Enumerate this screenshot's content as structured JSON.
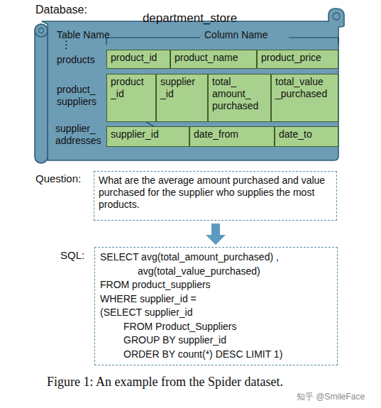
{
  "diagram": {
    "caption": "Figure 1: An example from the Spider dataset.",
    "nodes": [
      {
        "text": [
          "department_store"
        ]
      },
      {
        "text": [
          "product_id"
        ],
        "in": 0
      },
      {
        "text": [
          "product_name"
        ],
        "in": 0
      },
      {
        "text": [
          "product_price"
        ],
        "in": 0
      },
      {
        "text": [
          "product _id"
        ],
        "in": 0
      },
      {
        "text": [
          "supplier _id"
        ],
        "in": 0
      },
      {
        "text": [
          "total_ amount_ purchased"
        ],
        "in": 0
      },
      {
        "text": [
          "total_value _purchased"
        ],
        "in": 0
      },
      {
        "text": [
          "supplier_id"
        ],
        "in": 0
      },
      {
        "text": [
          "date_from"
        ],
        "in": 0
      },
      {
        "text": [
          "date_to"
        ],
        "in": 0
      },
      {
        "text": [
          "Question:",
          "What are the average amount purchased and value purchased for the supplier who supplies the most products."
        ]
      },
      {
        "text": [
          "SQL:",
          "SELECT avg(total_amount_purchased) ,",
          "avg(total_value_purchased)",
          "FROM product_suppliers",
          "WHERE supplier_id =",
          "(SELECT supplier_id",
          "FROM Product_Suppliers",
          "GROUP BY supplier_id",
          "ORDER BY count(*) DESC LIMIT 1)"
        ]
      }
    ],
    "edges": [
      {
        "from": 11,
        "to": 12,
        "arrow": "to"
      }
    ],
    "labels": [
      "Database:",
      "Table Name",
      "Column Name",
      "⋮",
      "products",
      "product_ suppliers",
      "supplier_ addresses",
      "知乎 @SmileFace"
    ]
  }
}
